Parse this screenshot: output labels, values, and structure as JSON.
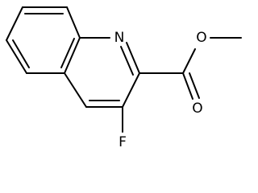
{
  "molecule": {
    "atoms": {
      "nitrogen": "N",
      "carbonyl_oxygen": "O",
      "ester_oxygen": "O",
      "fluorine": "F"
    },
    "colors": {
      "bond": "#000000",
      "label": "#000000",
      "background": "#ffffff"
    }
  }
}
